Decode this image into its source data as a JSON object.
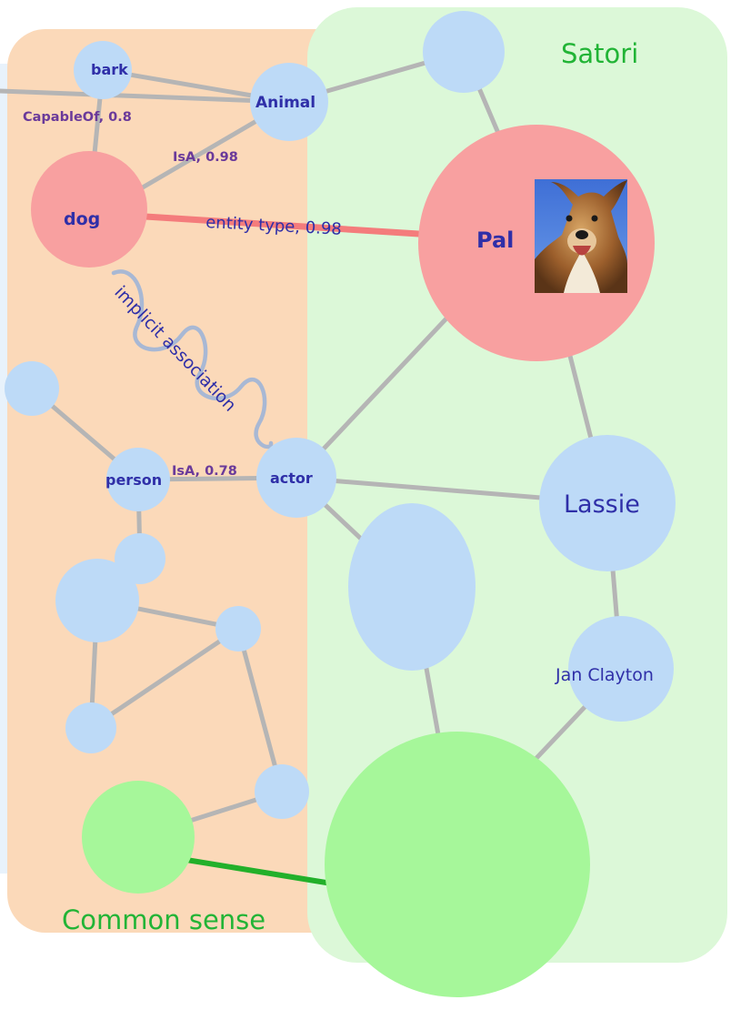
{
  "regions": {
    "common_sense": {
      "label": "Common sense",
      "color": "#fbd9b9"
    },
    "satori": {
      "label": "Satori",
      "color": "#dcf8d8"
    },
    "left_panel_color": "#e8f2fb"
  },
  "colors": {
    "node_blue": "#bddaf7",
    "node_red": "#f8a0a0",
    "node_green": "#a6f79a",
    "edge_gray": "#b5b5b5",
    "edge_red": "#f47c7c",
    "edge_green": "#22b02a",
    "region_label_green": "#22b436",
    "label_blue": "#2f2fa8",
    "label_purple": "#6a3a9a"
  },
  "nodes": {
    "bark": "bark",
    "animal": "Animal",
    "dog": "dog",
    "pal": "Pal",
    "person": "person",
    "actor": "actor",
    "lassie": "Lassie",
    "jan_clayton": "Jan Clayton"
  },
  "edges": {
    "capableof": "CapableOf, 0.8",
    "isa_animal": "IsA, 0.98",
    "entity_type": "entity type, 0.98",
    "implicit": "implicit association",
    "isa_person": "IsA, 0.78"
  }
}
